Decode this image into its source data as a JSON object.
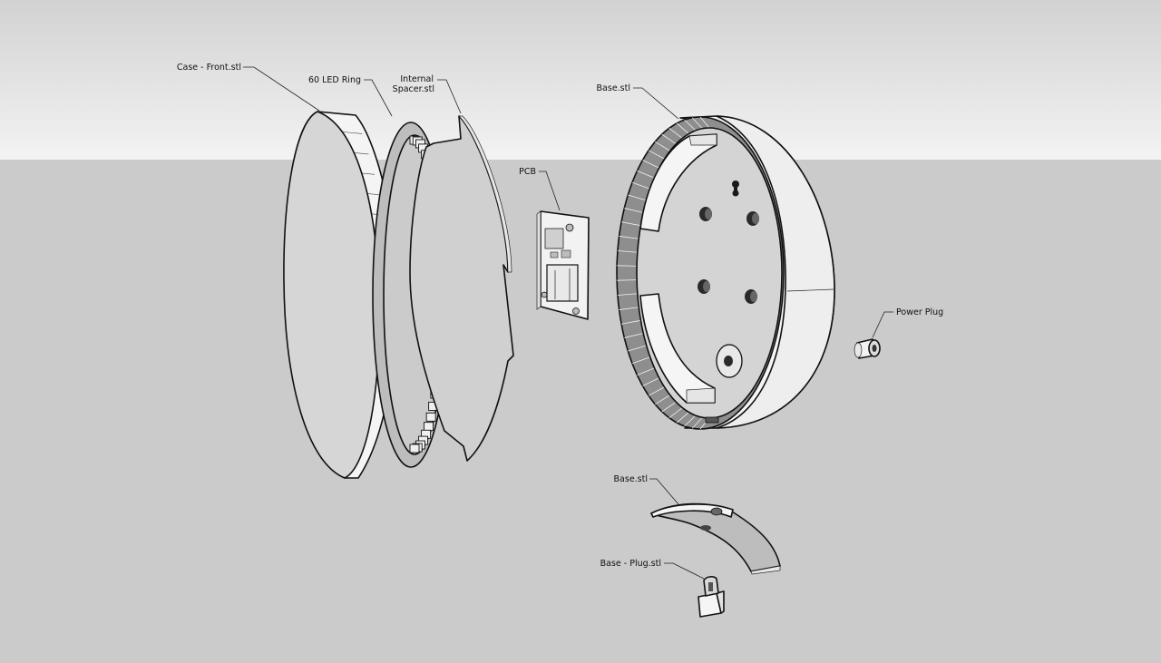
{
  "labels": {
    "case_front": "Case - Front.stl",
    "led_ring": "60 LED Ring",
    "internal_spacer_line1": "Internal",
    "internal_spacer_line2": "Spacer.stl",
    "pcb": "PCB",
    "base_top": "Base.stl",
    "power_plug": "Power Plug",
    "base_stand": "Base.stl",
    "base_plug": "Base - Plug.stl"
  },
  "colors": {
    "sky_top": "#d2d2d2",
    "sky_bottom": "#f3f3f3",
    "ground": "#cbcbcb",
    "face": "#d3d3d3",
    "rim": "#f7f7f7",
    "shadow": "#8f8f8f",
    "outline": "#111111"
  }
}
